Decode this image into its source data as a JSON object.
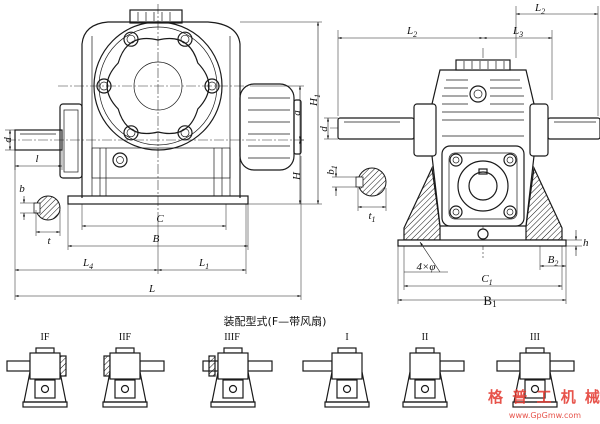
{
  "title": "装配型式(F—带风扇)",
  "front_view": {
    "d": {
      "main": "d"
    },
    "l": {
      "main": "l"
    },
    "b": {
      "main": "b"
    },
    "t": {
      "main": "t"
    },
    "C": {
      "main": "C"
    },
    "B": {
      "main": "B"
    },
    "L4": {
      "main": "L",
      "sub": "4"
    },
    "L1": {
      "main": "L",
      "sub": "1"
    },
    "L": {
      "main": "L"
    },
    "a": {
      "main": "a"
    },
    "H1": {
      "main": "H",
      "sub": "1"
    },
    "H": {
      "main": "H"
    }
  },
  "side_view": {
    "L2_top": {
      "main": "L",
      "sub": "2"
    },
    "L2": {
      "main": "L",
      "sub": "2"
    },
    "L3": {
      "main": "L",
      "sub": "3"
    },
    "d": {
      "main": "d"
    },
    "b1": {
      "main": "b",
      "sub": "1"
    },
    "t1": {
      "main": "t",
      "sub": "1"
    },
    "holes": "4×φ",
    "h": {
      "main": "h"
    },
    "B2": {
      "main": "B",
      "sub": "2"
    },
    "C1": {
      "main": "C",
      "sub": "1"
    },
    "B1": {
      "main": "B",
      "sub": "1"
    }
  },
  "configurations": [
    {
      "label": "IF"
    },
    {
      "label": "IIF"
    },
    {
      "label": "IIIF"
    },
    {
      "label": "I"
    },
    {
      "label": "II"
    },
    {
      "label": "III"
    }
  ],
  "watermark": {
    "text": "格 普 工 机 械",
    "url": "www.GpGmw.com",
    "color": "#e3362c"
  }
}
